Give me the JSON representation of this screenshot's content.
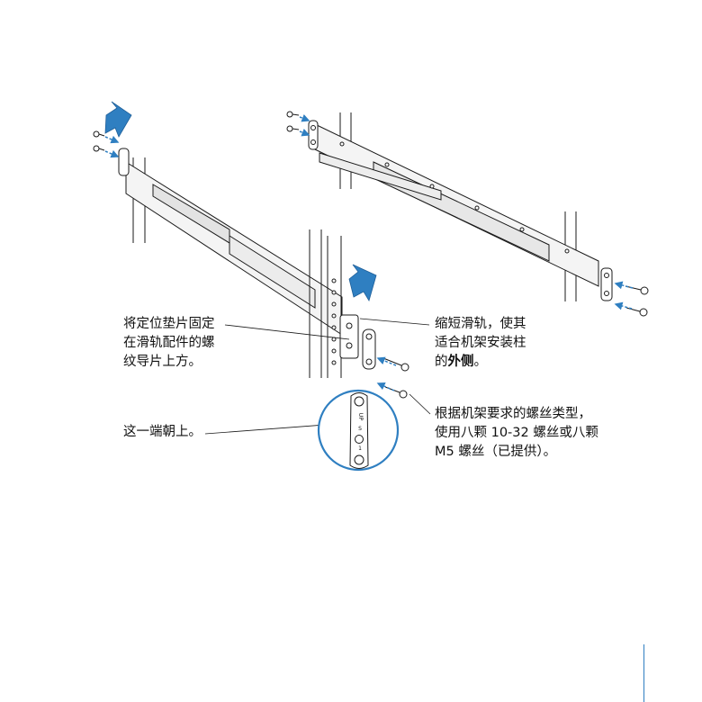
{
  "callouts": {
    "c1": {
      "lines": [
        "将定位垫片固定",
        "在滑轨配件的螺",
        "纹导片上方。"
      ]
    },
    "c2": {
      "line1": "缩短滑轨，使其",
      "line2": "适合机架安装柱",
      "line3_prefix": "的",
      "line3_bold": "外侧",
      "line3_suffix": "。"
    },
    "c3": {
      "lines": [
        "这一端朝上。"
      ]
    },
    "c4": {
      "lines": [
        "根据机架要求的螺丝类型，",
        "使用八颗 10-32 螺丝或八颗",
        "M5 螺丝（已提供）。"
      ]
    }
  },
  "plate_marks": {
    "up": "UP",
    "side1": "S",
    "side2": "1"
  },
  "colors": {
    "accent": "#2f7fc1",
    "line": "#1a1a1a",
    "rail_fill": "#f3f3f3"
  }
}
